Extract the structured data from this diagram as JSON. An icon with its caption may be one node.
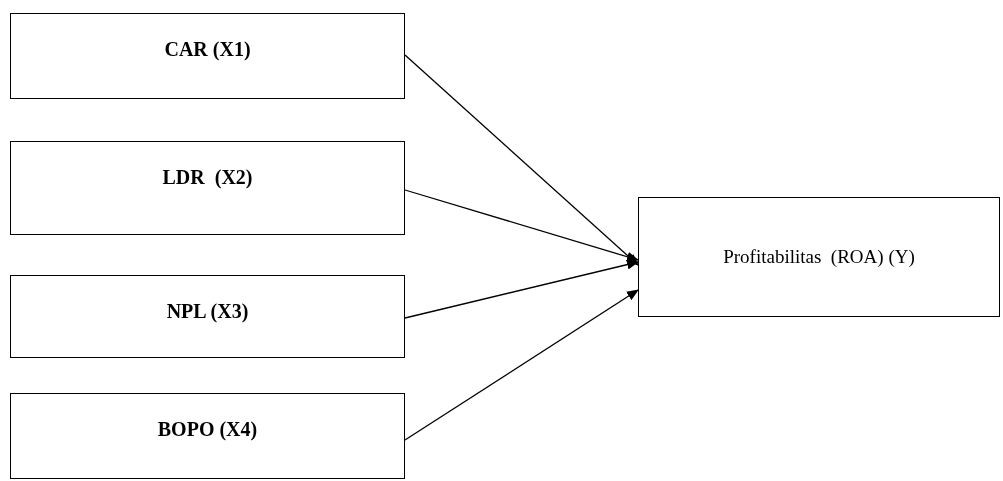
{
  "diagram": {
    "nodes": [
      {
        "text": [
          "CAR (X1)"
        ]
      },
      {
        "text": [
          "LDR  (X2)"
        ]
      },
      {
        "text": [
          "NPL (X3)"
        ]
      },
      {
        "text": [
          "BOPO (X4)"
        ]
      },
      {
        "text": [
          "Profitabilitas  (ROA) (Y)"
        ]
      }
    ],
    "edges": [
      {
        "from": 0,
        "to": 4,
        "arrow": "to"
      },
      {
        "from": 1,
        "to": 4,
        "arrow": "to"
      },
      {
        "from": 2,
        "to": 4,
        "arrow": "to"
      },
      {
        "from": 3,
        "to": 4,
        "arrow": "to"
      }
    ]
  }
}
